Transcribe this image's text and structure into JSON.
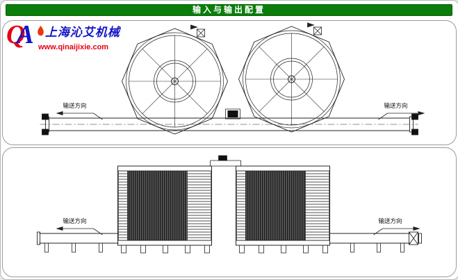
{
  "header": {
    "title": "输入与输出配置"
  },
  "logo": {
    "q": "Q",
    "a": "A",
    "company": "上海沁艾机械",
    "url": "www.qinaijixie.com"
  },
  "labels": {
    "direction": "输送方向"
  },
  "colors": {
    "header_bg": "#0b7d0b",
    "logo_red": "#e60012",
    "logo_blue": "#1515c8",
    "line": "#222222"
  }
}
